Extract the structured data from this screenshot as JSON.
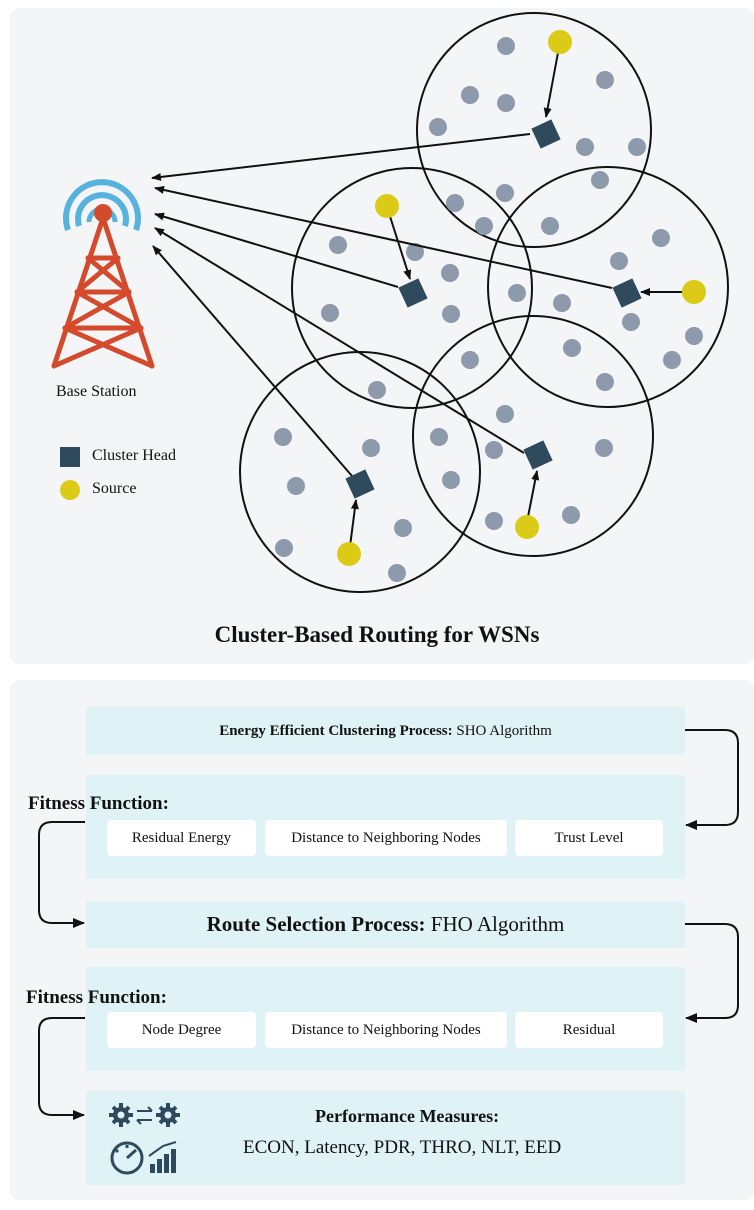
{
  "diagram": {
    "base_station_label": "Base Station",
    "legend": {
      "cluster_head": "Cluster Head",
      "source": "Source"
    },
    "title": "Cluster-Based Routing for WSNs",
    "colors": {
      "node": "#8d9aab",
      "cluster_head": "#2e4a5c",
      "source": "#dccb16",
      "tower": "#d44a2c",
      "signal": "#57b3de"
    }
  },
  "flow": {
    "step1": {
      "bold": "Energy Efficient Clustering Process:",
      "rest": " SHO Algorithm"
    },
    "fitness1": {
      "label": "Fitness Function:",
      "chips": [
        "Residual Energy",
        "Distance to Neighboring Nodes",
        "Trust Level"
      ]
    },
    "step2": {
      "bold": "Route Selection Process:",
      "rest": " FHO Algorithm"
    },
    "fitness2": {
      "label": "Fitness Function:",
      "chips": [
        "Node Degree",
        "Distance to Neighboring Nodes",
        "Residual"
      ]
    },
    "performance": {
      "title": "Performance Measures:",
      "metrics": "ECON, Latency, PDR, THRO, NLT, EED",
      "icons": [
        "gears-icon",
        "gauge-icon",
        "bar-chart-icon"
      ]
    }
  }
}
